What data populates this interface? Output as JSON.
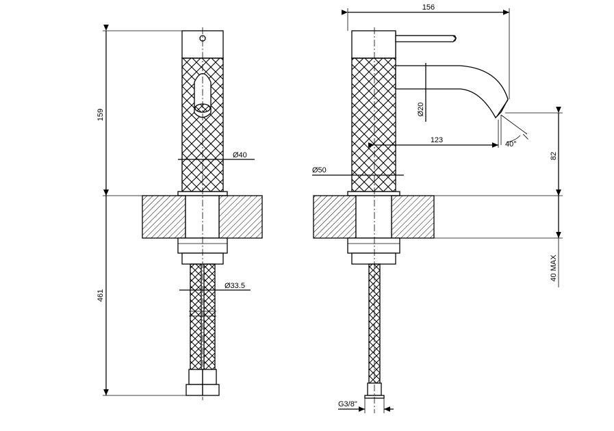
{
  "dimensions": {
    "height_above": "159",
    "height_below": "461",
    "spout_diameter": "Ø40",
    "hose_diameter": "Ø33.5",
    "overall_width": "156",
    "base_diameter": "Ø50",
    "outlet_diameter": "Ø20",
    "spout_reach": "123",
    "outlet_angle": "40°",
    "outlet_height": "82",
    "deck_max": "40 MAX",
    "thread": "G3/8\""
  }
}
